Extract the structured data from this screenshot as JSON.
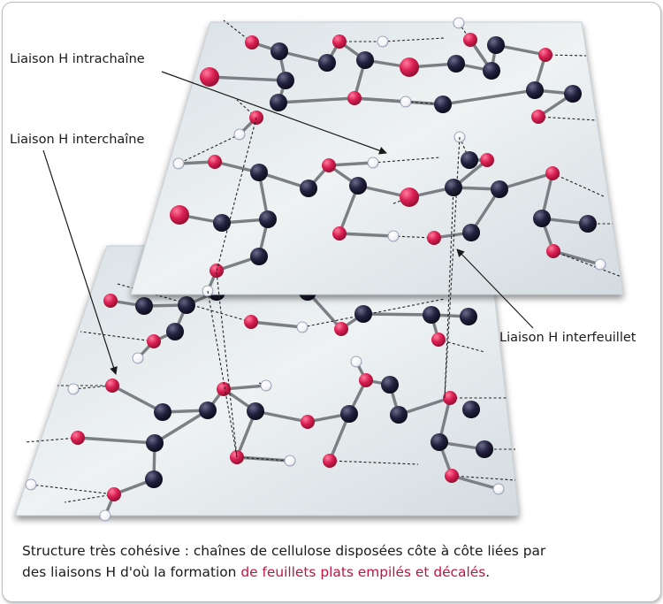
{
  "labels": {
    "intra": "Liaison H intrachaîne",
    "inter": "Liaison H interchaîne",
    "interfeuillet": "Liaison H interfeuillet"
  },
  "caption": {
    "line1": "Structure très cohésive : chaînes de cellulose disposées côte à côte liées par",
    "line2_start": "des liaisons H d'où la formation ",
    "line2_highlight": "de feuillets plats empilés et décalés",
    "line2_end": "."
  },
  "colors": {
    "sheet": "#dde4e8",
    "carbon": "#1c1a33",
    "oxygen": "#d6204f",
    "hydrogen": "#ffffff",
    "bond": "#7b7f84",
    "highlight": "#c4123f"
  }
}
